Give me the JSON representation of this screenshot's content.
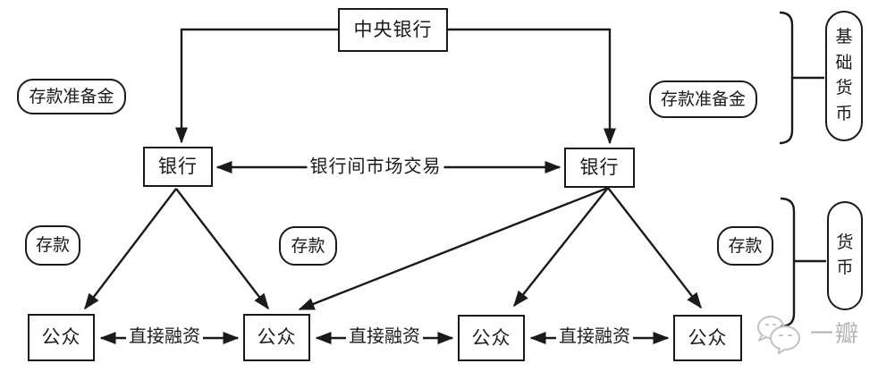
{
  "colors": {
    "ink": "#1a1a1a",
    "background": "#ffffff",
    "watermark": "#b5b5b5"
  },
  "nodes": {
    "central_bank": {
      "label": "中央银行"
    },
    "bank_left": {
      "label": "银行"
    },
    "bank_right": {
      "label": "银行"
    },
    "public_1": {
      "label": "公众"
    },
    "public_2": {
      "label": "公众"
    },
    "public_3": {
      "label": "公众"
    },
    "public_4": {
      "label": "公众"
    }
  },
  "tags": {
    "reserve_left": "存款准备金",
    "reserve_right": "存款准备金",
    "deposit_left": "存款",
    "deposit_mid": "存款",
    "deposit_right": "存款"
  },
  "edges": {
    "interbank_label": "银行间市场交易",
    "direct_financing_1": "直接融资",
    "direct_financing_2": "直接融资",
    "direct_financing_3": "直接融资"
  },
  "aggregates": {
    "base_money": "基础货币",
    "money": "货币"
  },
  "watermark": {
    "brand": "一瓣",
    "icon": "chat-bubbles-icon"
  }
}
